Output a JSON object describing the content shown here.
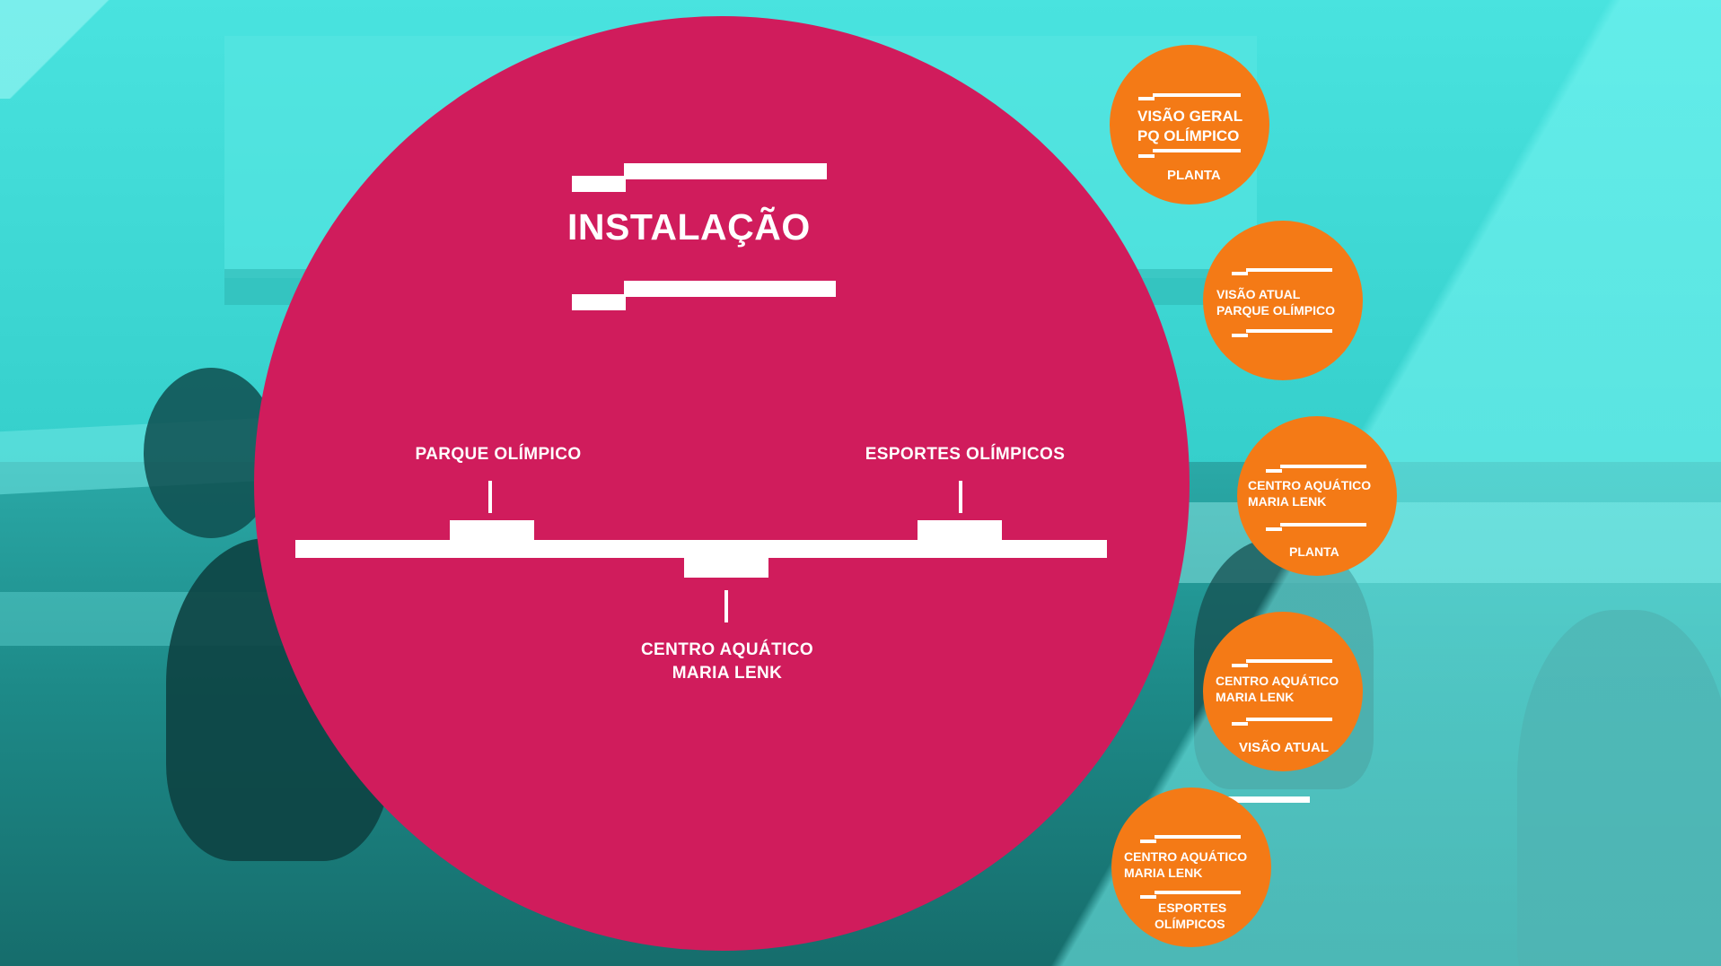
{
  "slide": {
    "title": "INSTALAÇÃO",
    "timeline": {
      "left_label": "PARQUE OLÍMPICO",
      "right_label": "ESPORTES OLÍMPICOS",
      "bottom_label_line1": "CENTRO AQUÁTICO",
      "bottom_label_line2": "MARIA LENK"
    }
  },
  "nodes": [
    {
      "line1": "VISÃO GERAL",
      "line2": "PQ OLÍMPICO",
      "sub": "PLANTA"
    },
    {
      "line1": "VISÃO ATUAL",
      "line2": "PARQUE OLÍMPICO"
    },
    {
      "line1": "CENTRO AQUÁTICO",
      "line2": "MARIA LENK",
      "sub": "PLANTA"
    },
    {
      "line1": "CENTRO AQUÁTICO",
      "line2": "MARIA LENK",
      "sub": "VISÃO ATUAL"
    },
    {
      "line1": "CENTRO AQUÁTICO",
      "line2": "MARIA LENK",
      "sub1": "ESPORTES",
      "sub2": "OLÍMPICOS"
    }
  ],
  "colors": {
    "background_tint": "#3fd9d6",
    "main_circle": "#d01c5c",
    "node": "#f47a16",
    "text": "#ffffff"
  }
}
